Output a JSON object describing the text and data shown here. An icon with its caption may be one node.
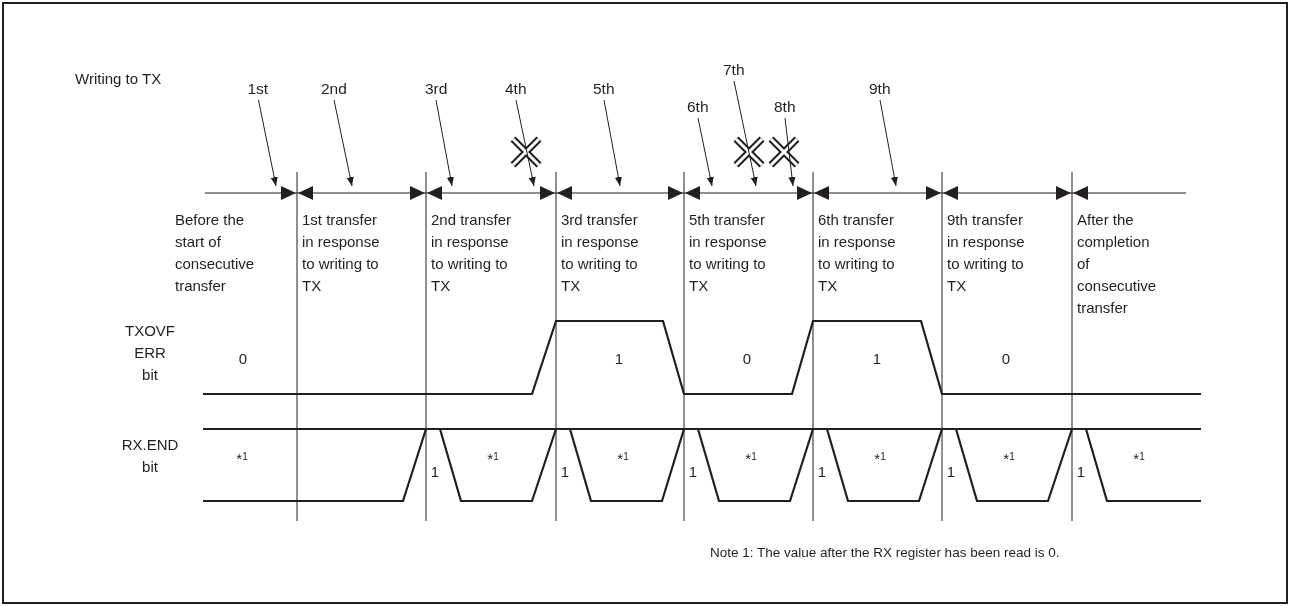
{
  "diagram": {
    "nodes": [
      {
        "text": [
          "1st"
        ]
      },
      {
        "text": [
          "2nd"
        ]
      },
      {
        "text": [
          "3rd"
        ]
      },
      {
        "text": [
          "4th"
        ]
      },
      {
        "text": [
          "5th"
        ]
      },
      {
        "text": [
          "6th"
        ]
      },
      {
        "text": [
          "7th"
        ]
      },
      {
        "text": [
          "8th"
        ]
      },
      {
        "text": [
          "9th"
        ]
      },
      {
        "text": [],
        "shape": "line"
      }
    ],
    "edges": [
      {
        "from": 0,
        "to": 9,
        "arrow": "to"
      },
      {
        "from": 1,
        "to": 9,
        "arrow": "to"
      },
      {
        "from": 2,
        "to": 9,
        "arrow": "to"
      },
      {
        "from": 3,
        "to": 9,
        "arrow": "to"
      },
      {
        "from": 4,
        "to": 9,
        "arrow": "to"
      },
      {
        "from": 5,
        "to": 9,
        "arrow": "to"
      },
      {
        "from": 6,
        "to": 9,
        "arrow": "to"
      },
      {
        "from": 7,
        "to": 9,
        "arrow": "to"
      },
      {
        "from": 8,
        "to": 9,
        "arrow": "to"
      }
    ],
    "labels": [
      "Writing to TX",
      "Before the start of consecutive transfer",
      "1st transfer in response to writing to TX",
      "2nd transfer in response to writing to TX",
      "3rd transfer in response to writing to TX",
      "5th transfer in response to writing to TX",
      "6th transfer in response to writing to TX",
      "9th transfer in response to writing to TX",
      "After the completion of consecutive transfer",
      "TXOVF ERR bit",
      "0",
      "1",
      "0",
      "1",
      "0",
      "RX.END bit",
      "*$^{1}$",
      "1",
      "*$^{1}$",
      "1",
      "*$^{1}$",
      "1",
      "*$^{1}$",
      "1",
      "*$^{1}$",
      "1",
      "*$^{1}$",
      "1",
      "*$^{1}$",
      "Note 1: The value after the RX register has been read is 0."
    ]
  }
}
